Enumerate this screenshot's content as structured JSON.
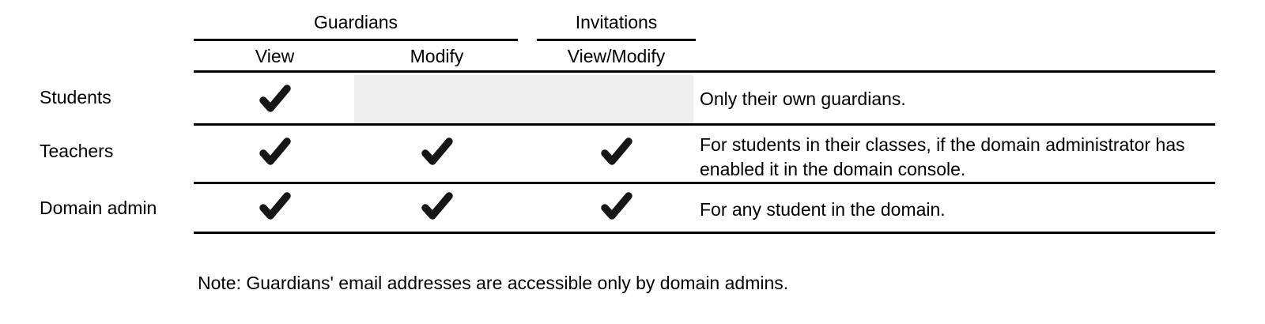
{
  "table": {
    "group_headers": [
      {
        "label": "Guardians"
      },
      {
        "label": "Invitations"
      }
    ],
    "sub_headers": [
      {
        "label": "View"
      },
      {
        "label": "Modify"
      },
      {
        "label": "View/Modify"
      }
    ],
    "rows": [
      {
        "label": "Students",
        "cells": [
          true,
          false,
          false
        ],
        "disabled_region": true,
        "note": "Only their own guardians."
      },
      {
        "label": "Teachers",
        "cells": [
          true,
          true,
          true
        ],
        "disabled_region": false,
        "note": "For students in their classes, if the domain administrator has enabled it in the domain console."
      },
      {
        "label": "Domain admin",
        "cells": [
          true,
          true,
          true
        ],
        "disabled_region": false,
        "note": "For any student in the domain."
      }
    ],
    "footnote": "Note: Guardians' email addresses are accessible only by domain admins."
  },
  "icons": {
    "check": "heavy-check-mark"
  },
  "colors": {
    "text": "#000000",
    "rule": "#000000",
    "check": "#161616",
    "disabled_cell_bg": "#eeeeee",
    "background": "#ffffff"
  }
}
